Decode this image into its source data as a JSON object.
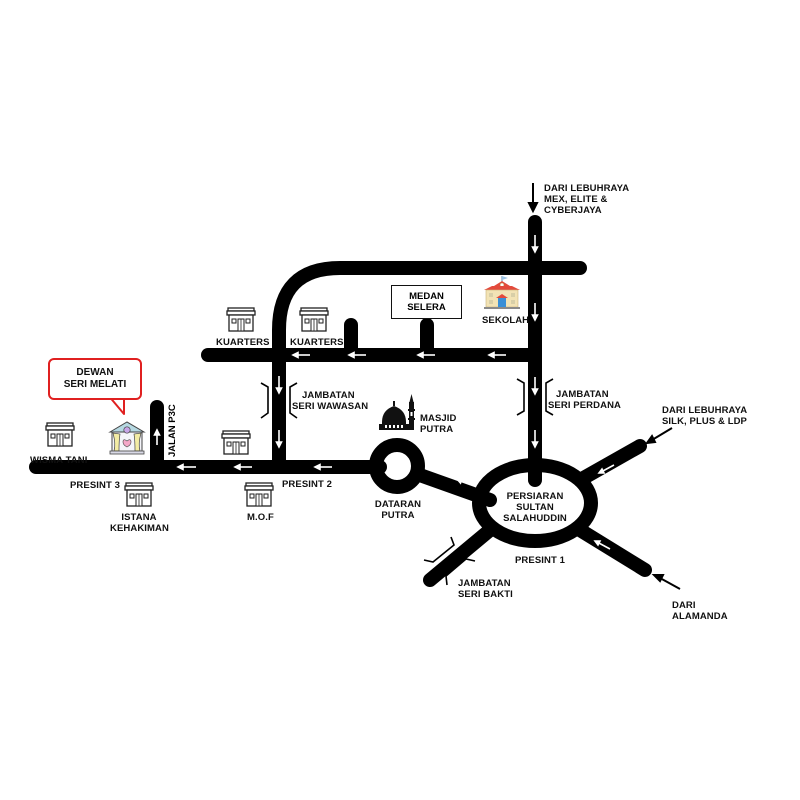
{
  "map": {
    "title_callout": "DEWAN SERI MELATI",
    "title_lines": [
      "DEWAN",
      "SERI MELATI"
    ],
    "accent_color": "#e02020",
    "road_color": "#000000",
    "background": "#ffffff"
  },
  "landmarks": {
    "wisma_tani": "WISMA TANI",
    "presint_3": "PRESINT 3",
    "istana_lines": [
      "ISTANA",
      "KEHAKIMAN"
    ],
    "jalan_p3c": "JALAN P3C",
    "mof": "M.O.F",
    "presint_2": "PRESINT 2",
    "kuarters_1": "KUARTERS",
    "kuarters_2": "KUARTERS",
    "jambatan_wawasan_lines": [
      "JAMBATAN",
      "SERI WAWASAN"
    ],
    "medan_selera_lines": [
      "MEDAN",
      "SELERA"
    ],
    "sekolah": "SEKOLAH",
    "masjid_lines": [
      "MASJID",
      "PUTRA"
    ],
    "dataran_lines": [
      "DATARAN",
      "PUTRA"
    ],
    "persiaran_lines": [
      "PERSIARAN",
      "SULTAN",
      "SALAHUDDIN"
    ],
    "presint_1": "PRESINT 1",
    "jambatan_bakti_lines": [
      "JAMBATAN",
      "SERI BAKTI"
    ],
    "jambatan_perdana_lines": [
      "JAMBATAN",
      "SERI PERDANA"
    ],
    "dari_mex_lines": [
      "DARI LEBUHRAYA",
      "MEX, ELITE &",
      "CYBERJAYA"
    ],
    "dari_silk_lines": [
      "DARI LEBUHRAYA",
      "SILK, PLUS & LDP"
    ],
    "dari_alamanda_lines": [
      "DARI",
      "ALAMANDA"
    ]
  },
  "icons": {
    "dewan": "wedding-hall-icon",
    "building": "building-icon",
    "school": "school-icon",
    "mosque": "mosque-icon",
    "arrow": "direction-arrow-icon"
  }
}
